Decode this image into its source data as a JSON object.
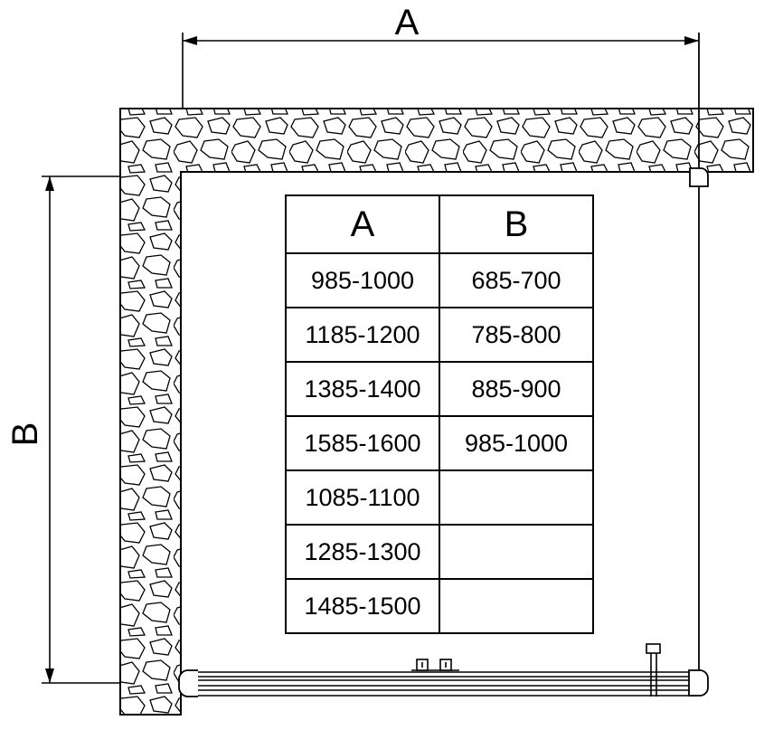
{
  "dimensions": {
    "horizontal_label": "A",
    "vertical_label": "B"
  },
  "size_table": {
    "columns": [
      "A",
      "B"
    ],
    "rows": [
      {
        "a": "985-1000",
        "b": "685-700"
      },
      {
        "a": "1185-1200",
        "b": "785-800"
      },
      {
        "a": "1385-1400",
        "b": "885-900"
      },
      {
        "a": "1585-1600",
        "b": "985-1000"
      },
      {
        "a": "1085-1100",
        "b": ""
      },
      {
        "a": "1285-1300",
        "b": ""
      },
      {
        "a": "1485-1500",
        "b": ""
      }
    ]
  },
  "line_color": "#000000"
}
